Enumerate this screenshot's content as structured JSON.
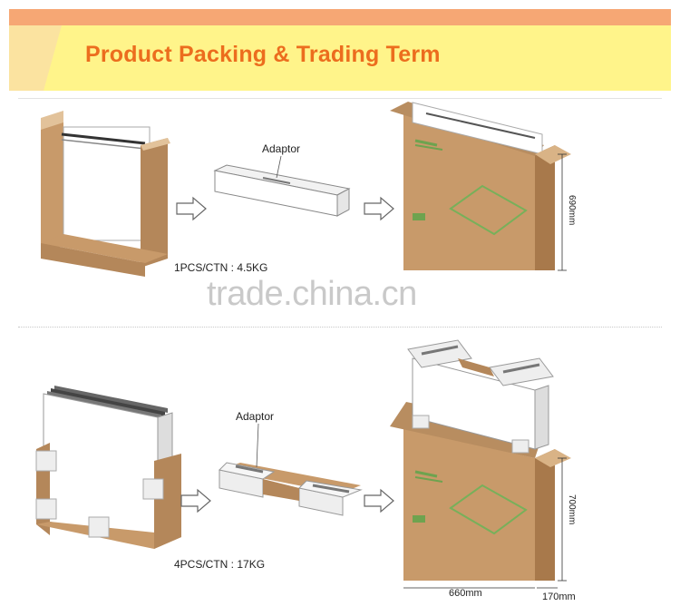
{
  "header": {
    "title": "Product Packing & Trading Term"
  },
  "section_single": {
    "adaptor_label": "Adaptor",
    "weight_label": "1PCS/CTN : 4.5KG",
    "height_label": "690mm"
  },
  "section_bulk": {
    "adaptor_label": "Adaptor",
    "weight_label": "4PCS/CTN : 17KG",
    "height_label": "700mm",
    "width_label": "660mm",
    "depth_label": "170mm"
  },
  "watermark": "trade.china.cn",
  "colors": {
    "banner_band": "#f6a774",
    "banner_fill": "#fff48a",
    "title": "#ec6d1e",
    "carton": "#c89a6a",
    "carton_dark": "#a8794b",
    "panel_outline": "#77b05a"
  }
}
